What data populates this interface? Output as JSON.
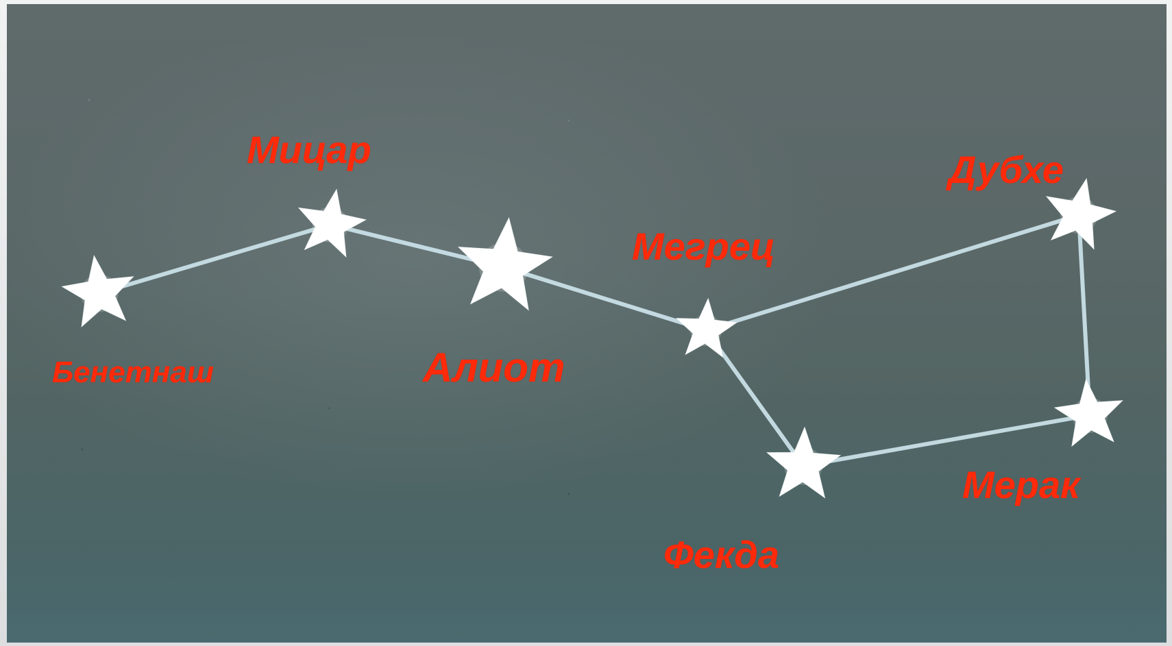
{
  "colors": {
    "label": "#ff2a0a",
    "star": "#ffffff",
    "line": "#cfe6ee",
    "sky_top": "#5f6a6b",
    "sky_bottom": "#4a6a6f"
  },
  "stars": [
    {
      "id": "benetnash",
      "name": "Бенетнаш"
    },
    {
      "id": "mizar",
      "name": "Мицар"
    },
    {
      "id": "alioth",
      "name": "Алиот"
    },
    {
      "id": "megrez",
      "name": "Мегрец"
    },
    {
      "id": "dubhe",
      "name": "Дубхе"
    },
    {
      "id": "merak",
      "name": "Мерак"
    },
    {
      "id": "phecda",
      "name": "Фекда"
    }
  ],
  "connections": [
    [
      "benetnash",
      "mizar"
    ],
    [
      "mizar",
      "alioth"
    ],
    [
      "alioth",
      "megrez"
    ],
    [
      "megrez",
      "dubhe"
    ],
    [
      "dubhe",
      "merak"
    ],
    [
      "merak",
      "phecda"
    ],
    [
      "phecda",
      "megrez"
    ]
  ]
}
